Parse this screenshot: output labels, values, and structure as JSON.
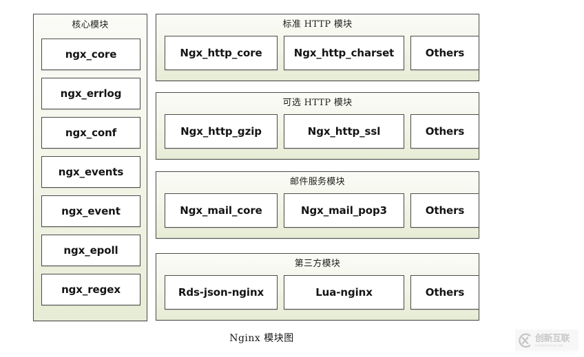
{
  "diagram": {
    "caption": "Nginx 模块图",
    "colors": {
      "page_background": "#ffffff",
      "group_border": "#4a4a4a",
      "group_fill_top": "#fbfbf7",
      "group_fill_bottom": "#e7ecd5",
      "module_fill": "#ffffff",
      "module_border": "#4a4a4a",
      "text": "#141414",
      "watermark": "#9a9a9a"
    },
    "core_group": {
      "title": "核心模块",
      "modules": [
        {
          "label": "ngx_core"
        },
        {
          "label": "ngx_errlog"
        },
        {
          "label": "ngx_conf"
        },
        {
          "label": "ngx_events"
        },
        {
          "label": "ngx_event"
        },
        {
          "label": "ngx_epoll"
        },
        {
          "label": "ngx_regex"
        }
      ]
    },
    "right_groups": [
      {
        "title": "标准 HTTP 模块",
        "modules": [
          {
            "label": "Ngx_http_core"
          },
          {
            "label": "Ngx_http_charset"
          },
          {
            "label": "Others"
          }
        ]
      },
      {
        "title": "可选 HTTP 模块",
        "modules": [
          {
            "label": "Ngx_http_gzip"
          },
          {
            "label": "Ngx_http_ssl"
          },
          {
            "label": "Others"
          }
        ]
      },
      {
        "title": "邮件服务模块",
        "modules": [
          {
            "label": "Ngx_mail_core"
          },
          {
            "label": "Ngx_mail_pop3"
          },
          {
            "label": "Others"
          }
        ]
      },
      {
        "title": "第三方模块",
        "modules": [
          {
            "label": "Rds-json-nginx"
          },
          {
            "label": "Lua-nginx"
          },
          {
            "label": "Others"
          }
        ]
      }
    ],
    "watermark": {
      "icon": "circled-x-logo-icon",
      "chinese": "创新互联",
      "pinyin": "CHUANGXIN HULIAN"
    }
  }
}
